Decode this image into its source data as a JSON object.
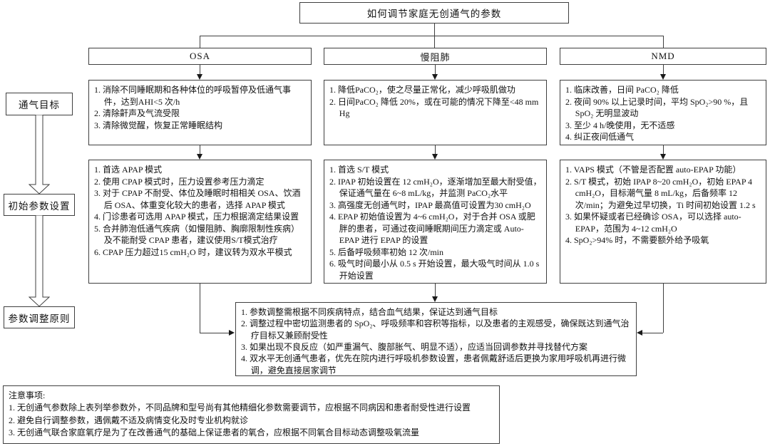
{
  "title": "如何调节家庭无创通气的参数",
  "side_labels": {
    "goal": "通气目标",
    "initial": "初始参数设置",
    "adjust": "参数调整原则"
  },
  "columns": [
    {
      "header": "OSA",
      "goals": [
        "消除不同睡眠期和各种体位的呼吸暂停及低通气事件，达到AHI<5 次/h",
        "清除鼾声及气流受限",
        "清除微觉醒，恢复正常睡眠结构"
      ],
      "initial_settings": [
        "首选 APAP 模式",
        "使用 CPAP 模式时，压力设置参考压力滴定",
        "对于 CPAP 不耐受、体位及睡眠时相相关 OSA、饮酒后 OSA、体重变化较大的患者，选择 APAP 模式",
        "门诊患者可选用 APAP 模式，压力根据滴定结果设置",
        "合并肺泡低通气疾病（如慢阻肺、胸廓限制性疾病）及不能耐受 CPAP 患者，建议使用S/T模式治疗",
        "CPAP 压力超过15 cmH₂O 时，建议转为双水平模式"
      ]
    },
    {
      "header": "慢阻肺",
      "goals": [
        "降低PaCO₂，使之尽量正常化，减少呼吸肌做功",
        "日间PaCO₂ 降低 20%，或在可能的情况下降至<48 mm Hg"
      ],
      "initial_settings": [
        "首选 S/T 模式",
        "IPAP 初始设置在 12 cmH₂O，逐渐增加至最大耐受值，保证通气量在 6~8 mL/kg，并监测 PaCO₂水平",
        "高强度无创通气时，IPAP 最高值可设置为30 cmH₂O",
        "EPAP 初始值设置为 4~6 cmH₂O，对于合并 OSA 或肥胖的患者，可通过夜间睡眠期间压力滴定或 Auto-EPAP 进行 EPAP 的设置",
        "后备呼吸频率初始 12 次/min",
        "吸气时间最小从 0.5 s 开始设置，最大吸气时间从 1.0 s 开始设置"
      ]
    },
    {
      "header": "NMD",
      "goals": [
        "临床改善，日间 PaCO₂ 降低",
        "夜间 90% 以上记录时间，平均 SpO₂>90 %，且 SpO₂ 无明显波动",
        "至少 4 h/晚使用，无不适感",
        "纠正夜间低通气"
      ],
      "initial_settings": [
        "VAPS 模式（不管是否配置 auto-EPAP 功能）",
        "S/T 模式，初始 IPAP 8~20 cmH₂O，初始 EPAP 4 cmH₂O，目标潮气量 8 mL/kg，后备频率 12 次/min；为避免过早切换，Ti 时间初始设置 1.2 s",
        "如果怀疑或者已经确诊 OSA，可以选择 auto-EPAP，范围为 4~12 cmH₂O",
        "SpO₂>94% 时，不需要额外给予吸氧"
      ]
    }
  ],
  "adjustment_principles": [
    "参数调整需根据不同疾病特点，结合血气结果，保证达到通气目标",
    "调整过程中密切监测患者的 SpO₂、呼吸频率和容积等指标，以及患者的主观感受，确保既达到通气治疗目标又兼顾耐受性",
    "如果出现不良反应（如严重漏气、腹部胀气、明显不适），应适当回调参数并寻找替代方案",
    "双水平无创通气患者，优先在院内进行呼吸机参数设置，患者佩戴舒适后更换为家用呼吸机再进行微调，避免直接居家调节"
  ],
  "notes": {
    "heading": "注意事项:",
    "items": [
      "无创通气参数除上表列举参数外，不同品牌和型号尚有其他精细化参数需要调节，应根据不同病因和患者耐受性进行设置",
      "避免自行调整参数，遇佩戴不适及病情变化及时专业机构就诊",
      "无创通气联合家庭氧疗是为了在改善通气的基础上保证患者的氧合，应根据不同氧合目标动态调整吸氧流量"
    ]
  },
  "colors": {
    "border": "#3f3f3f",
    "text": "#111111",
    "bg": "#ffffff",
    "arrow": "#1a1a1a"
  }
}
